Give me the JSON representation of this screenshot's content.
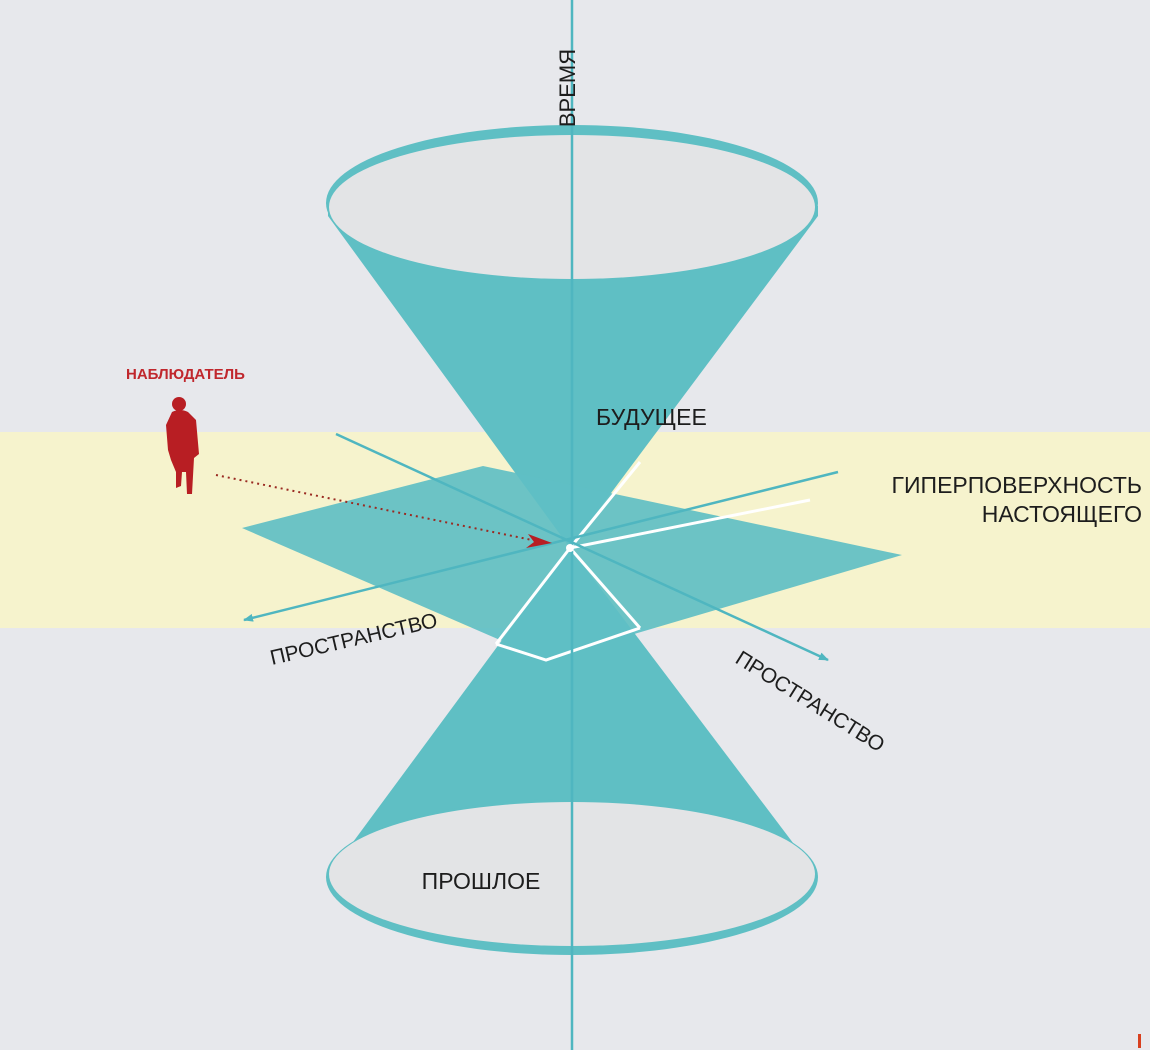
{
  "labels": {
    "time": "ВРЕМЯ",
    "future": "БУДУЩЕЕ",
    "past": "ПРОШЛОЕ",
    "observer": "НАБЛЮДАТЕЛЬ",
    "hypersurface_line1": "ГИПЕРПОВЕРХНОСТЬ",
    "hypersurface_line2": "НАСТОЯЩЕГО",
    "space_left": "ПРОСТРАНСТВО",
    "space_right": "ПРОСТРАНСТВО"
  },
  "colors": {
    "background": "#e7e8ec",
    "present_band": "#f6f3cd",
    "cone": "#5fbfc4",
    "cone_rim": "#5fbfc4",
    "ellipse_fill": "#e3e4e6",
    "axis": "#4fb6c0",
    "observer": "#b81e23",
    "observer_label": "#c0272d",
    "text": "#1d1d1d"
  },
  "icons": {
    "observer": "person-silhouette-icon",
    "arrow": "arrowhead-icon"
  }
}
